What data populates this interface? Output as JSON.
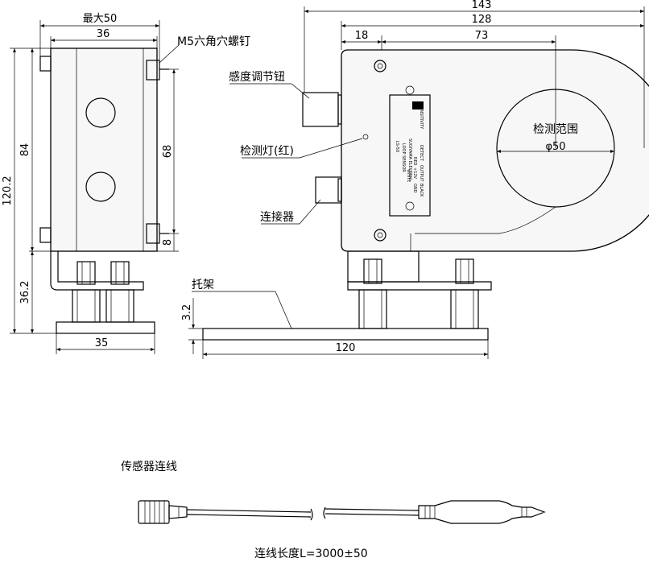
{
  "dimensions": {
    "max50": "最大50",
    "d36": "36",
    "d143": "143",
    "d128": "128",
    "d18": "18",
    "d73": "73",
    "d120_2": "120.2",
    "d84": "84",
    "d68": "68",
    "d8": "8",
    "d36_2": "36.2",
    "d3_2": "3.2",
    "d35": "35",
    "d120": "120",
    "dia50": "φ50"
  },
  "labels": {
    "screw": "M5六角穴螺钉",
    "knob": "感度调节钮",
    "lamp": "检测灯(红)",
    "connector": "连接器",
    "bracket": "托架",
    "range": "检测范围",
    "cable_title": "传感器连线",
    "cable_length": "连线长度L=3000±50"
  },
  "nameplate": {
    "lines": [
      "LS-50",
      "LOOP SENSOR",
      "SUGIYAMA ELECTRIC",
      "SENSITIVITY",
      "DETECT",
      "RED",
      "WHITE",
      "+12V",
      "OUTPUT",
      "GND",
      "BLACK"
    ]
  },
  "colors": {
    "line": "#000000",
    "background": "#ffffff",
    "body_fill": "#f7f7f7"
  }
}
